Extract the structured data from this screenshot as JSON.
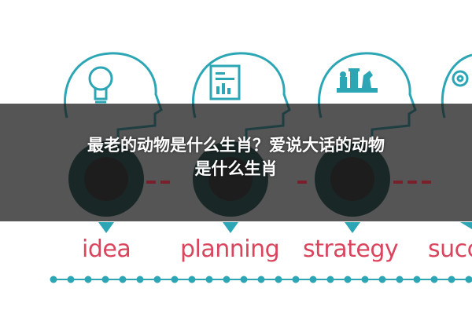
{
  "caption": {
    "line1": "最老的动物是什么生肖？爱说大话的动物",
    "line2": "是什么生肖"
  },
  "stages": [
    {
      "word": "idea",
      "icon": "lightbulb-icon"
    },
    {
      "word": "planning",
      "icon": "document-chart-icon"
    },
    {
      "word": "strategy",
      "icon": "chess-pieces-icon"
    },
    {
      "word": "succ",
      "icon": "gears-icon"
    }
  ],
  "colors": {
    "teal": "#2ca6b5",
    "dark_teal": "#1e4d50",
    "red": "#d8455d",
    "dash_red": "#7a1f2c",
    "banner": "#191919"
  }
}
